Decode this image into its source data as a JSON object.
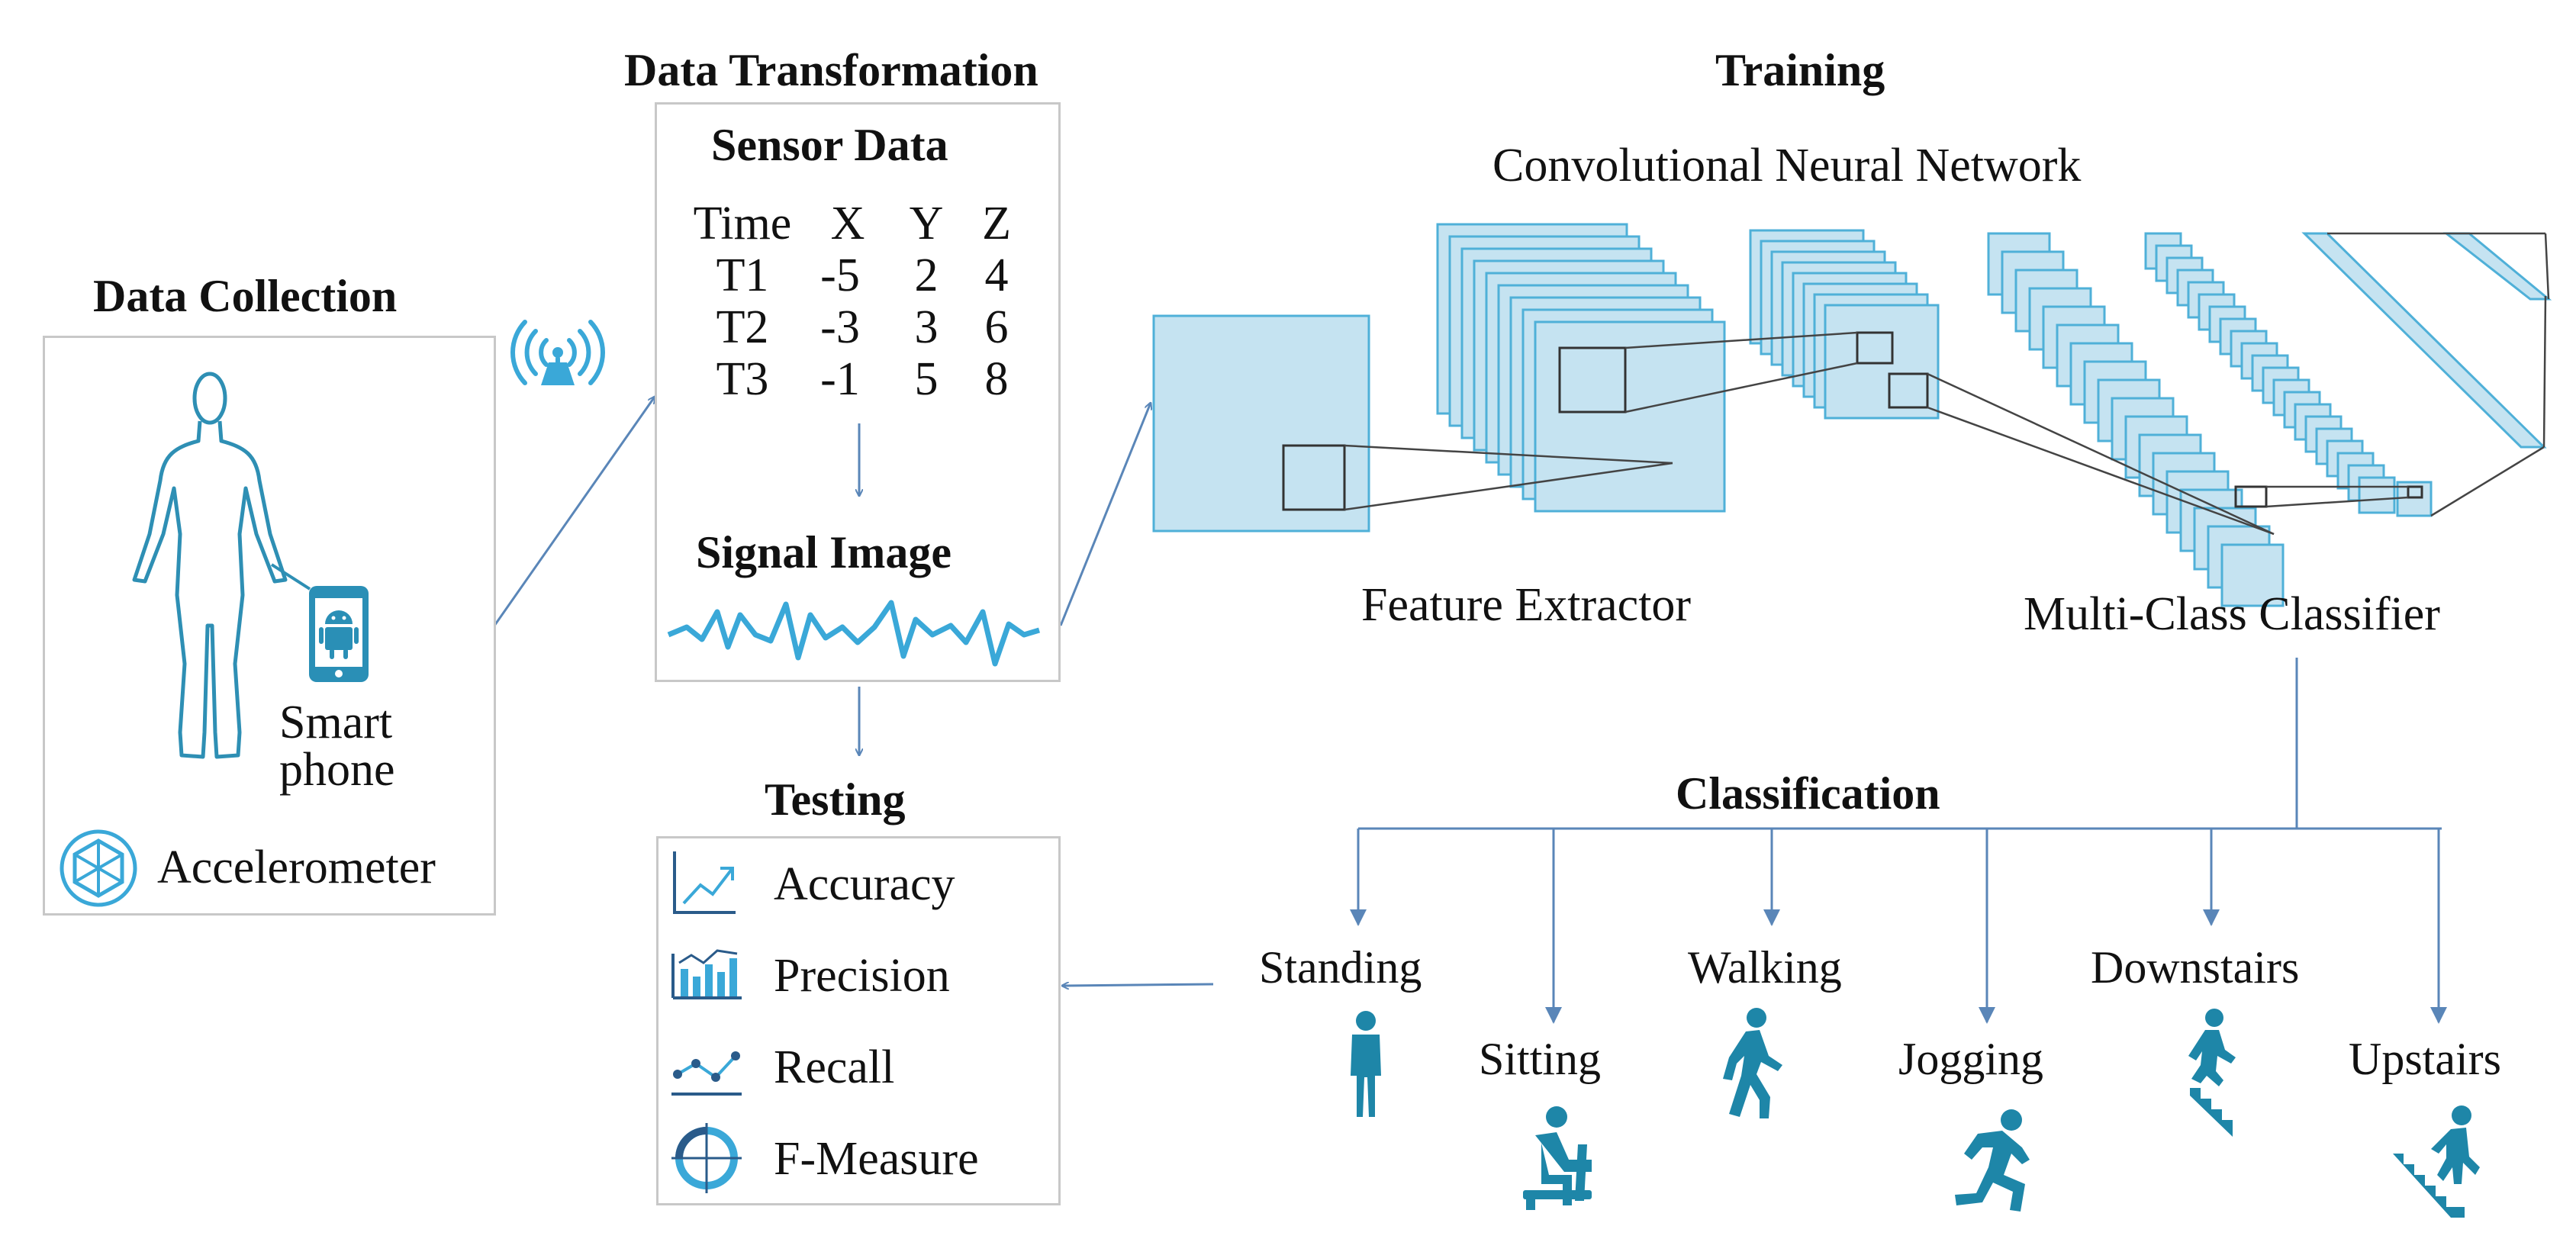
{
  "sections": {
    "data_collection": {
      "title": "Data Collection",
      "device_label_line1": "Smart",
      "device_label_line2": "phone",
      "sensor_label": "Accelerometer",
      "icons": [
        "human-figure-icon",
        "smartphone-icon",
        "android-icon",
        "wireless-signal-icon",
        "accelerometer-icon"
      ]
    },
    "data_transformation": {
      "title": "Data Transformation",
      "sensor_data_title": "Sensor Data",
      "table": {
        "headers": [
          "Time",
          "X",
          "Y",
          "Z"
        ],
        "rows": [
          [
            "T1",
            "-5",
            "2",
            "4"
          ],
          [
            "T2",
            "-3",
            "3",
            "6"
          ],
          [
            "T3",
            "-1",
            "5",
            "8"
          ]
        ]
      },
      "signal_image_title": "Signal Image"
    },
    "training": {
      "title": "Training",
      "network_title": "Convolutional Neural Network",
      "feature_extractor_label": "Feature Extractor",
      "classifier_label": "Multi-Class Classifier"
    },
    "testing": {
      "title": "Testing",
      "metrics": [
        "Accuracy",
        "Precision",
        "Recall",
        "F-Measure"
      ]
    },
    "classification": {
      "title": "Classification",
      "activities": [
        "Standing",
        "Sitting",
        "Walking",
        "Jogging",
        "Downstairs",
        "Upstairs"
      ]
    }
  },
  "colors": {
    "accent": "#3aa8d8",
    "icon_dark": "#1e86a8",
    "layer_fill": "#c5e3f1",
    "layer_stroke": "#4fb0d8",
    "arrow": "#5a86b8"
  }
}
